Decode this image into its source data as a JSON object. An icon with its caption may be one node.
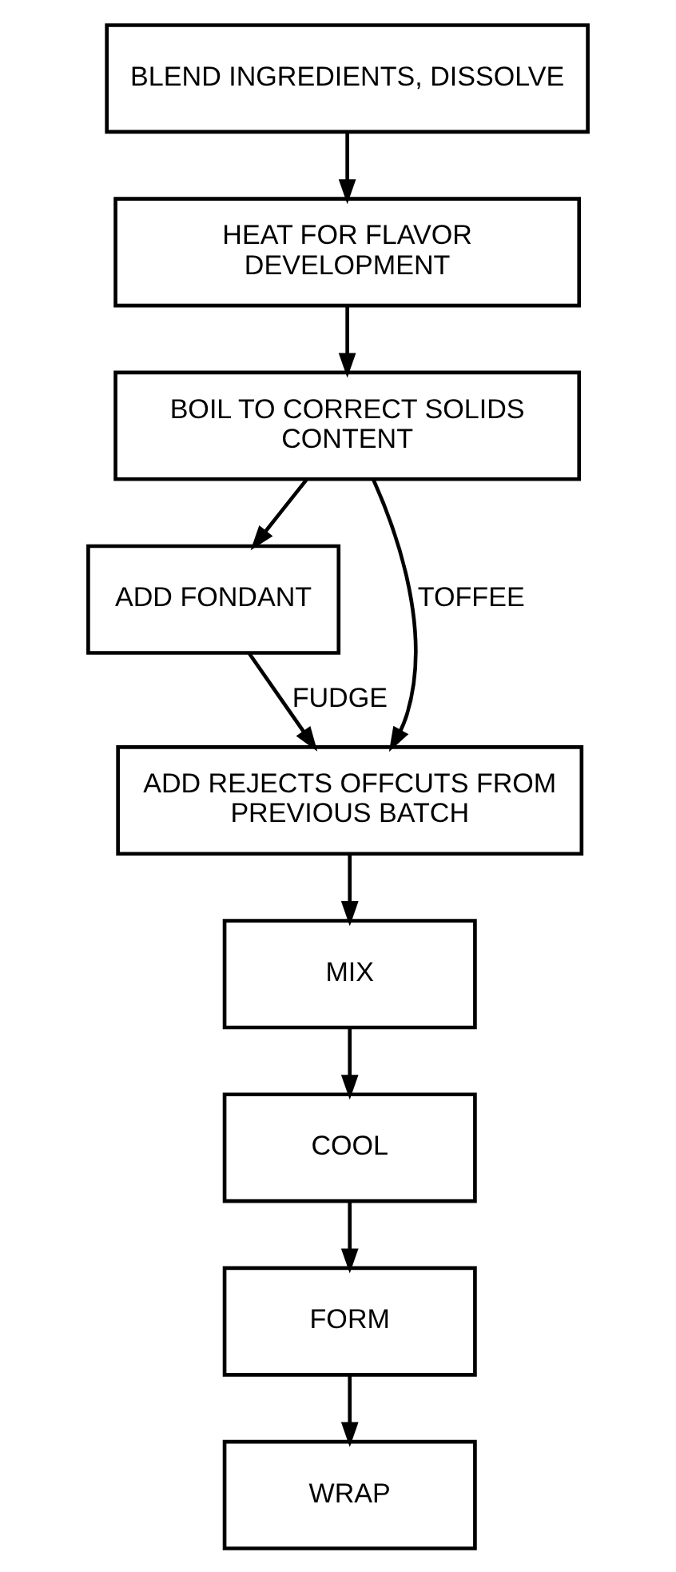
{
  "diagram": {
    "nodes": [
      {
        "text": [
          "BLEND INGREDIENTS, DISSOLVE"
        ]
      },
      {
        "text": [
          "HEAT FOR FLAVOR DEVELOPMENT"
        ]
      },
      {
        "text": [
          "BOIL TO CORRECT SOLIDS CONTENT"
        ]
      },
      {
        "text": [
          "ADD FONDANT"
        ]
      },
      {
        "text": [
          "ADD REJECTS OFFCUTS FROM PREVIOUS BATCH"
        ]
      },
      {
        "text": [
          "MIX"
        ]
      },
      {
        "text": [
          "COOL"
        ]
      },
      {
        "text": [
          "FORM"
        ]
      },
      {
        "text": [
          "WRAP"
        ]
      }
    ],
    "edges": [
      {
        "from": 0,
        "to": 1,
        "arrow": "to"
      },
      {
        "from": 1,
        "to": 2,
        "arrow": "to"
      },
      {
        "from": 2,
        "to": 4,
        "arrow": "to",
        "label": "TOFFEE"
      },
      {
        "from": 2,
        "to": 3,
        "arrow": "to"
      },
      {
        "from": 3,
        "to": 4,
        "arrow": "to",
        "label": "FUDGE"
      },
      {
        "from": 4,
        "to": 5,
        "arrow": "to"
      },
      {
        "from": 5,
        "to": 6,
        "arrow": "to"
      },
      {
        "from": 6,
        "to": 7,
        "arrow": "to"
      },
      {
        "from": 7,
        "to": 8,
        "arrow": "to"
      }
    ]
  }
}
